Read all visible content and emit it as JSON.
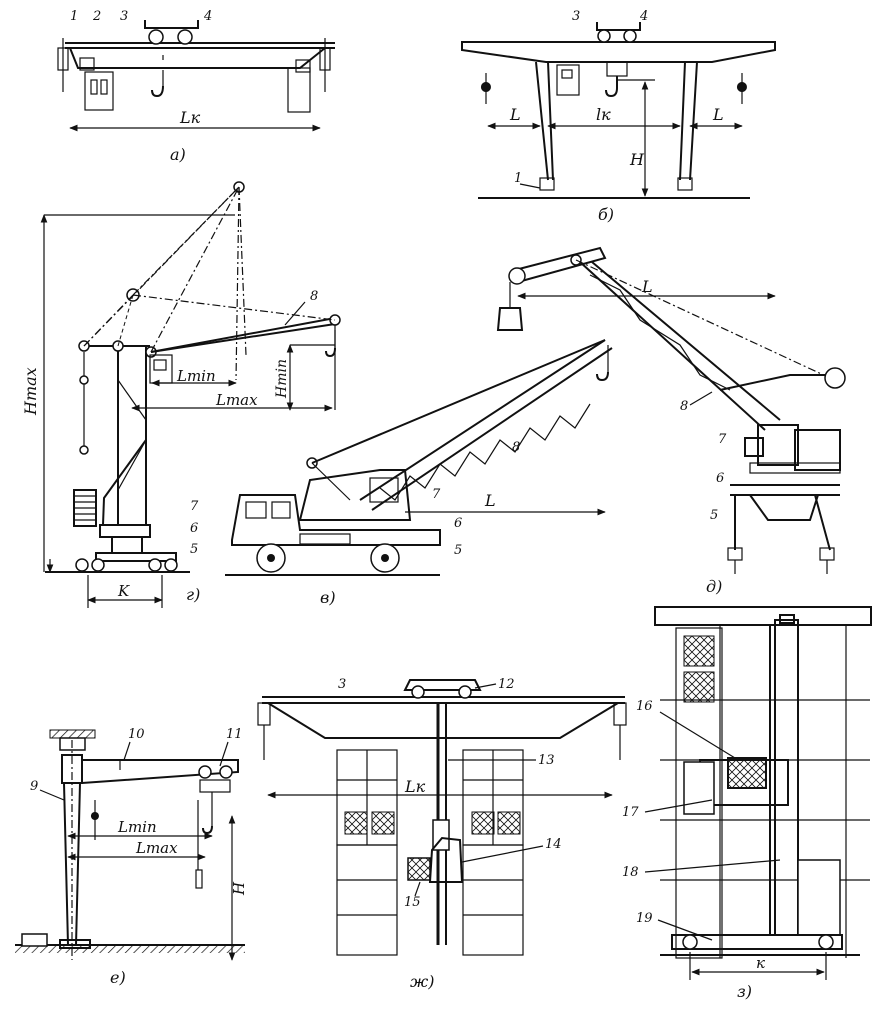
{
  "figures": {
    "a": {
      "caption": "а)",
      "span_label": "Lк",
      "numbers": [
        "1",
        "2",
        "3",
        "4"
      ]
    },
    "b": {
      "caption": "б)",
      "span_label": "lк",
      "left_label": "L",
      "right_label": "L",
      "height_label": "H",
      "numbers": [
        "1",
        "3",
        "4"
      ]
    },
    "g": {
      "caption": "г)",
      "height_max_label": "Hmax",
      "height_min_label": "Hmin",
      "lmin_label": "Lmin",
      "lmax_label": "Lmax",
      "track_label": "K",
      "numbers": [
        "8",
        "7",
        "6",
        "5"
      ]
    },
    "v": {
      "caption": "в)",
      "reach_label": "L",
      "numbers": [
        "8",
        "7",
        "6",
        "5"
      ]
    },
    "d": {
      "caption": "д)",
      "reach_label": "L",
      "numbers": [
        "8",
        "7",
        "6",
        "5"
      ]
    },
    "e": {
      "caption": "е)",
      "lmin_label": "Lmin",
      "lmax_label": "Lmax",
      "height_label": "H",
      "numbers": [
        "9",
        "10",
        "11"
      ]
    },
    "zh": {
      "caption": "ж)",
      "span_label": "Lк",
      "numbers": [
        "3",
        "12",
        "13",
        "14",
        "15"
      ]
    },
    "z": {
      "caption": "з)",
      "track_label": "к",
      "numbers": [
        "16",
        "17",
        "18",
        "19"
      ]
    }
  },
  "colors": {
    "ink": "#111111",
    "paper": "#ffffff"
  }
}
